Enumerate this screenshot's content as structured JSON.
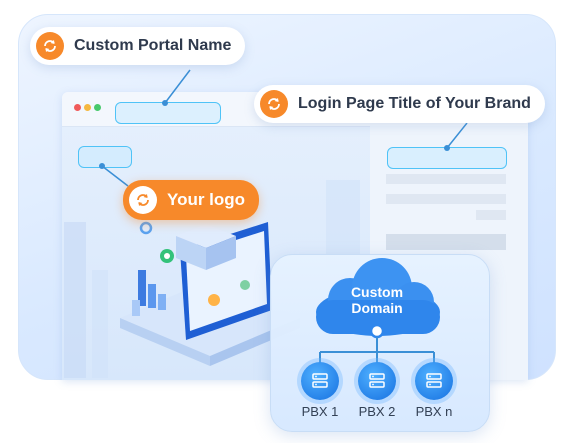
{
  "callouts": {
    "portal_name": "Custom Portal Name",
    "login_title": "Login Page Title of Your Brand",
    "logo": "Your logo"
  },
  "domain": {
    "line1": "Custom",
    "line2": "Domain",
    "nodes": [
      "PBX 1",
      "PBX 2",
      "PBX n"
    ]
  },
  "colors": {
    "accent_orange": "#f7892a",
    "accent_blue": "#1670e0",
    "connector": "#3a8fd6"
  }
}
